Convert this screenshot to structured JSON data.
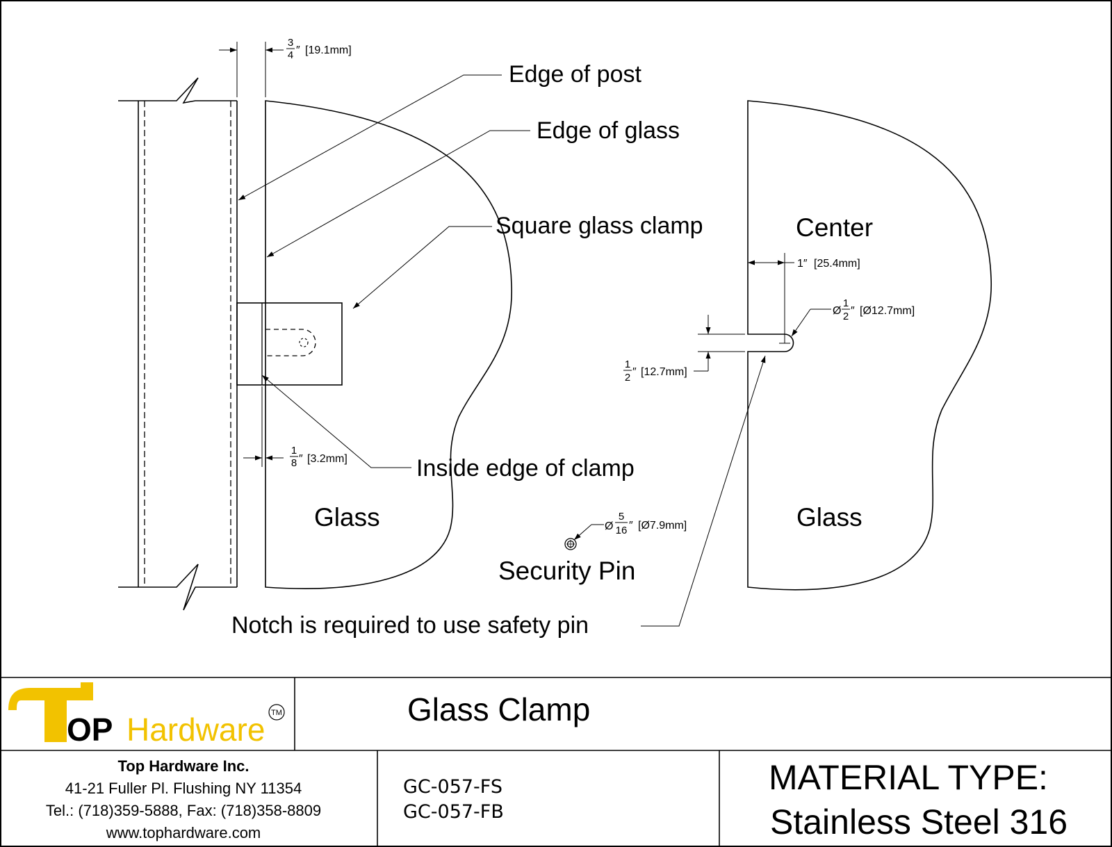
{
  "drawing": {
    "callouts": {
      "edge_of_post": "Edge of post",
      "edge_of_glass": "Edge of glass",
      "square_glass_clamp": "Square glass clamp",
      "inside_edge_of_clamp": "Inside edge of clamp",
      "notch_note": "Notch is required to use safety pin",
      "security_pin": "Security Pin"
    },
    "region_labels": {
      "glass_left": "Glass",
      "glass_right": "Glass",
      "center": "Center"
    },
    "dimensions": {
      "post_gap": {
        "num": "3",
        "den": "4",
        "unit": "″",
        "metric": "[19.1mm]"
      },
      "glass_gap": {
        "num": "1",
        "den": "8",
        "unit": "″",
        "metric": "[3.2mm]"
      },
      "center_offset": {
        "text": "1″",
        "metric": "[25.4mm]"
      },
      "notch_diameter": {
        "prefix": "Ø",
        "num": "1",
        "den": "2",
        "unit": "″",
        "metric": "[Ø12.7mm]"
      },
      "notch_width": {
        "num": "1",
        "den": "2",
        "unit": "″",
        "metric": "[12.7mm]"
      },
      "pin_diameter": {
        "prefix": "Ø",
        "num": "5",
        "den": "16",
        "unit": "″",
        "metric": "[Ø7.9mm]"
      }
    }
  },
  "title_block": {
    "logo": {
      "letter_t": "T",
      "letters_op": "OP",
      "hardware": "Hardware",
      "trademark": "TM"
    },
    "title": "Glass Clamp",
    "company": {
      "name": "Top Hardware Inc.",
      "address": "41-21 Fuller Pl. Flushing NY 11354",
      "phone_fax": "Tel.: (718)359-5888,  Fax: (718)358-8809",
      "website": "www.tophardware.com"
    },
    "part_numbers": [
      "GC-057-FS",
      "GC-057-FB"
    ],
    "material": {
      "label": "MATERIAL TYPE:",
      "value": "Stainless Steel 316"
    }
  },
  "colors": {
    "logo_yellow": "#F2C200",
    "ink": "#000000"
  }
}
